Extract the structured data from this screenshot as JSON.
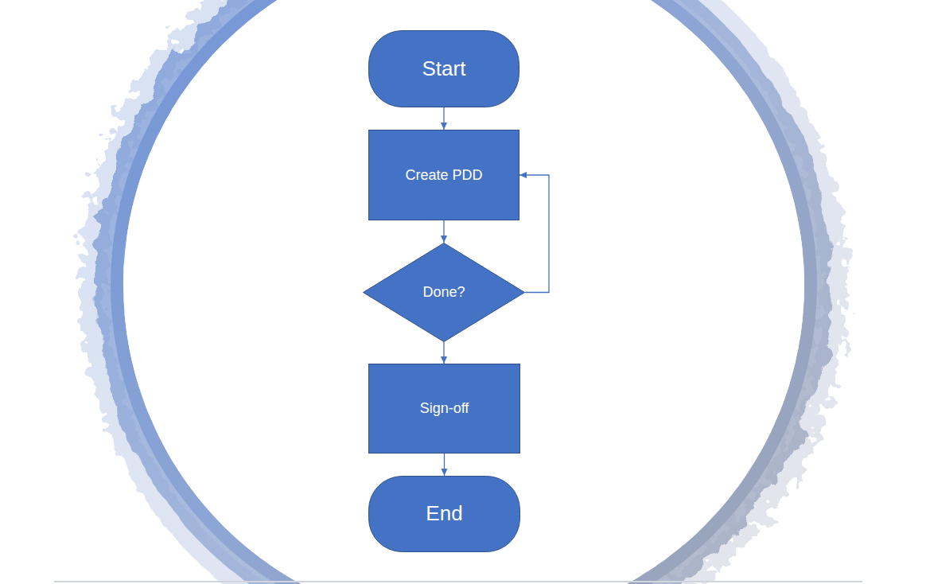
{
  "diagram": {
    "nodes": [
      {
        "text": [
          "Start"
        ]
      },
      {
        "text": [
          "Create PDD"
        ]
      },
      {
        "text": [
          "Done?"
        ]
      },
      {
        "text": [
          "Sign-off"
        ]
      },
      {
        "text": [
          "End"
        ]
      }
    ],
    "edges": [
      {
        "from": 0,
        "to": 1,
        "arrow": "to"
      },
      {
        "from": 1,
        "to": 2,
        "arrow": "to"
      },
      {
        "from": 2,
        "to": 1,
        "arrow": "to"
      },
      {
        "from": 2,
        "to": 3,
        "arrow": "to"
      },
      {
        "from": 3,
        "to": 4,
        "arrow": "to"
      }
    ]
  }
}
